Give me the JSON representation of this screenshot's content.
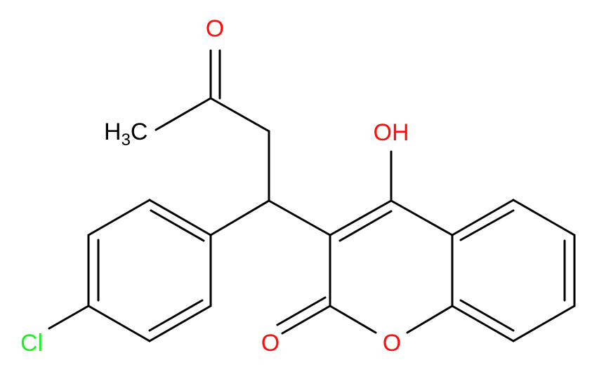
{
  "molecule": {
    "atoms": {
      "o_ketone": {
        "symbol": "O"
      },
      "methyl": {
        "symbol": "H",
        "subscript": "3",
        "suffix": "C"
      },
      "hydroxyl": {
        "symbol": "OH"
      },
      "chlorine": {
        "symbol": "Cl"
      },
      "o_carbonyl": {
        "symbol": "O"
      },
      "o_ring": {
        "symbol": "O"
      }
    },
    "colors": {
      "bond": "#000000",
      "carbon_hydrogen": "#000000",
      "oxygen": "#ff0d0d",
      "chlorine": "#1ff01f"
    }
  }
}
